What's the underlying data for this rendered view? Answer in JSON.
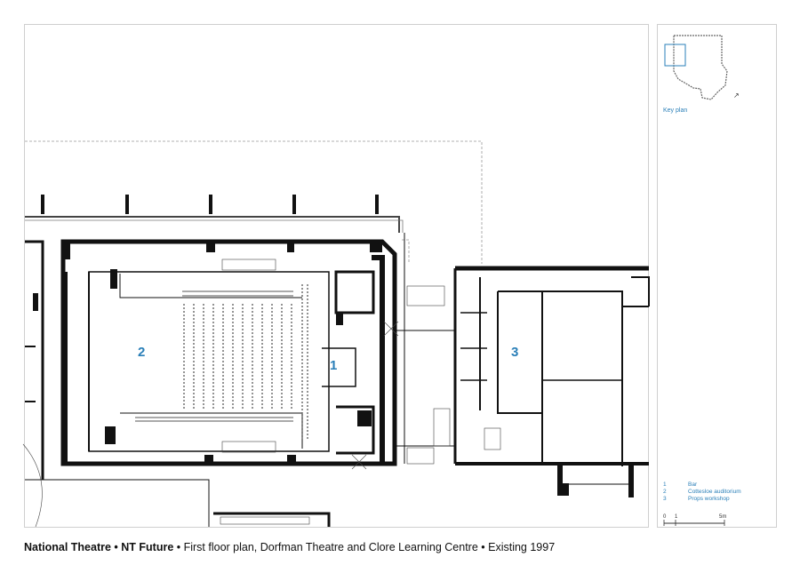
{
  "caption": {
    "bold_part": "National Theatre • NT Future",
    "rest": " • First floor plan, Dorfman Theatre and Clore Learning Centre • Existing 1997"
  },
  "key_plan": {
    "label": "Key plan"
  },
  "legend": [
    {
      "num": "1",
      "label": "Bar"
    },
    {
      "num": "2",
      "label": "Cottesloe auditorium"
    },
    {
      "num": "3",
      "label": "Props workshop"
    }
  ],
  "scale_bar": {
    "ticks": [
      "0",
      "1",
      "5m"
    ]
  },
  "room_numbers": [
    "1",
    "2",
    "3"
  ],
  "colors": {
    "accent": "#2a7fb8",
    "line": "#111111",
    "frame": "#bbbbbb"
  }
}
